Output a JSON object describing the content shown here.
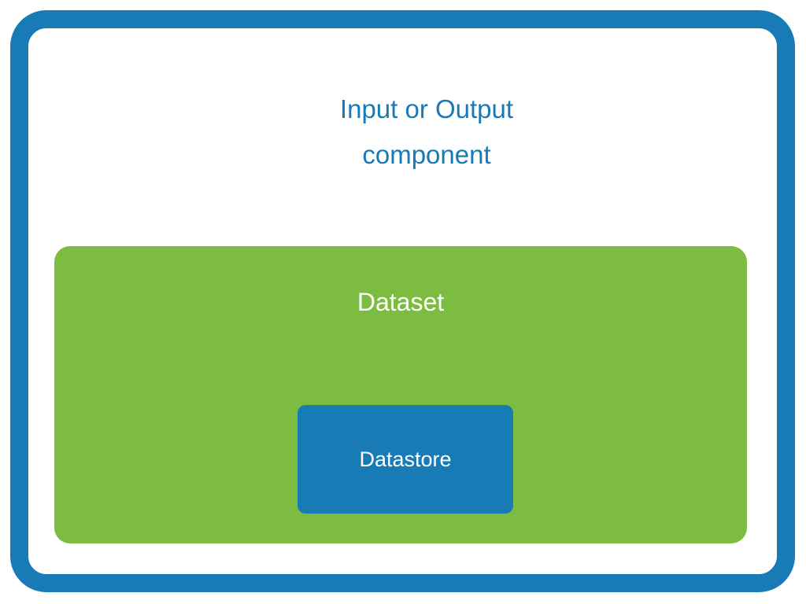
{
  "diagram": {
    "title": {
      "line1": "Input or Output",
      "line2": "component"
    },
    "dataset": {
      "label": "Dataset"
    },
    "datastore": {
      "label": "Datastore"
    },
    "colors": {
      "blue": "#187bb5",
      "green": "#7cbd41",
      "text_on_fill": "#ffffff"
    }
  }
}
